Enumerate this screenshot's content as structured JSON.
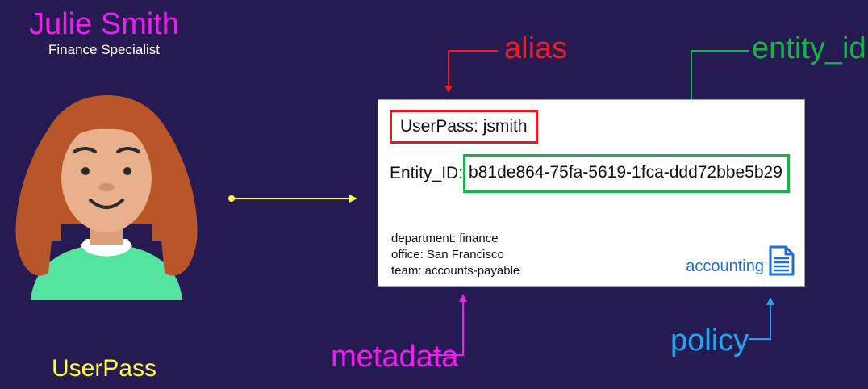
{
  "person": {
    "name": "Julie Smith",
    "role": "Finance Specialist",
    "auth_method": "UserPass"
  },
  "labels": {
    "alias": "alias",
    "entity_id": "entity_id",
    "metadata": "metadata",
    "policy": "policy"
  },
  "card": {
    "userpass": "UserPass: jsmith",
    "entity_key": "Entity_ID:",
    "entity_value": "b81de864-75fa-5619-1fca-ddd72bbe5b29",
    "metadata": [
      "department: finance",
      "office: San Francisco",
      "team: accounts-payable"
    ],
    "policy": "accounting",
    "policy_icon": "document-icon"
  },
  "colors": {
    "background": "#261a52",
    "magenta": "#ee1fee",
    "red": "#ee1c1c",
    "green": "#17b24a",
    "blue": "#1ea7f1",
    "yellow": "#ffff3a"
  }
}
